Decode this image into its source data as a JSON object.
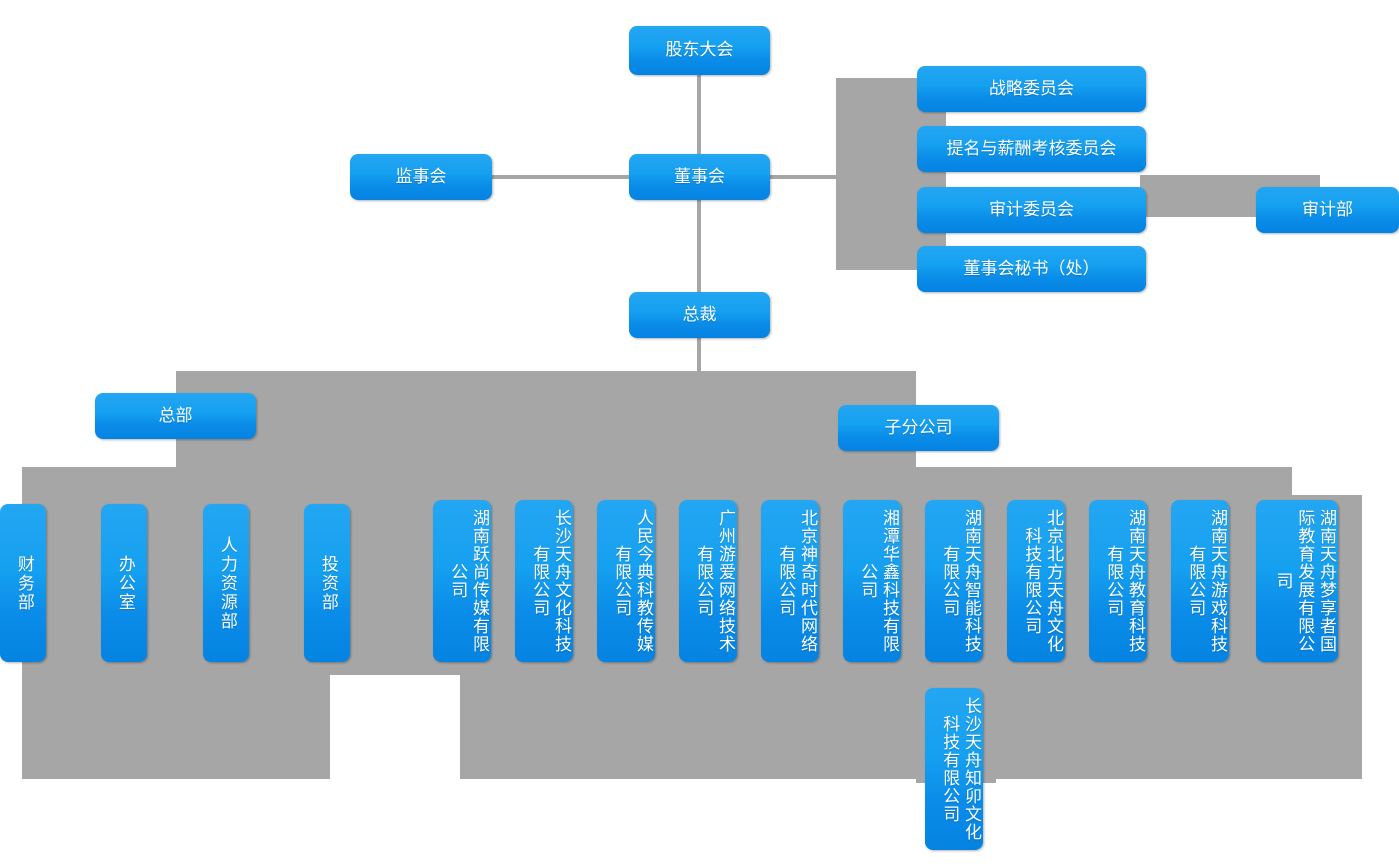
{
  "theme": {
    "box_fill_top": "#24a6f2",
    "box_fill_bottom": "#0583e2",
    "plate_gray": "#a6a6a6",
    "text_color": "#ffffff",
    "background": "#ffffff"
  },
  "governance": {
    "shareholders_meeting": "股东大会",
    "board_of_directors": "董事会",
    "board_of_supervisors": "监事会",
    "president": "总裁",
    "audit_department": "审计部"
  },
  "committees": [
    {
      "label": "战略委员会"
    },
    {
      "label": "提名与薪酬考核委员会"
    },
    {
      "label": "审计委员会"
    },
    {
      "label": "董事会秘书（处）"
    }
  ],
  "groups": {
    "headquarters": "总部",
    "subsidiaries": "子分公司"
  },
  "hq_departments": [
    {
      "label": "财务部"
    },
    {
      "label": "办公室"
    },
    {
      "label": "人力资源部"
    },
    {
      "label": "投资部"
    }
  ],
  "subsidiary_companies": [
    {
      "label": "湖南跃尚传媒有限公司"
    },
    {
      "label": "长沙天舟文化科技有限公司"
    },
    {
      "label": "人民今典科教传媒有限公司"
    },
    {
      "label": "广州游爱网络技术有限公司"
    },
    {
      "label": "北京神奇时代网络有限公司"
    },
    {
      "label": "湘潭华鑫科技有限公司"
    },
    {
      "label": "湖南天舟智能科技有限公司"
    },
    {
      "label": "北京北方天舟文化科技有限公司"
    },
    {
      "label": "湖南天舟教育科技有限公司"
    },
    {
      "label": "湖南天舟游戏科技有限公司"
    },
    {
      "label": "湖南天舟梦享者国际教育发展有限公司"
    }
  ],
  "subsidiary_extra": [
    {
      "label": "长沙天舟知卯文化科技有限公司"
    }
  ]
}
